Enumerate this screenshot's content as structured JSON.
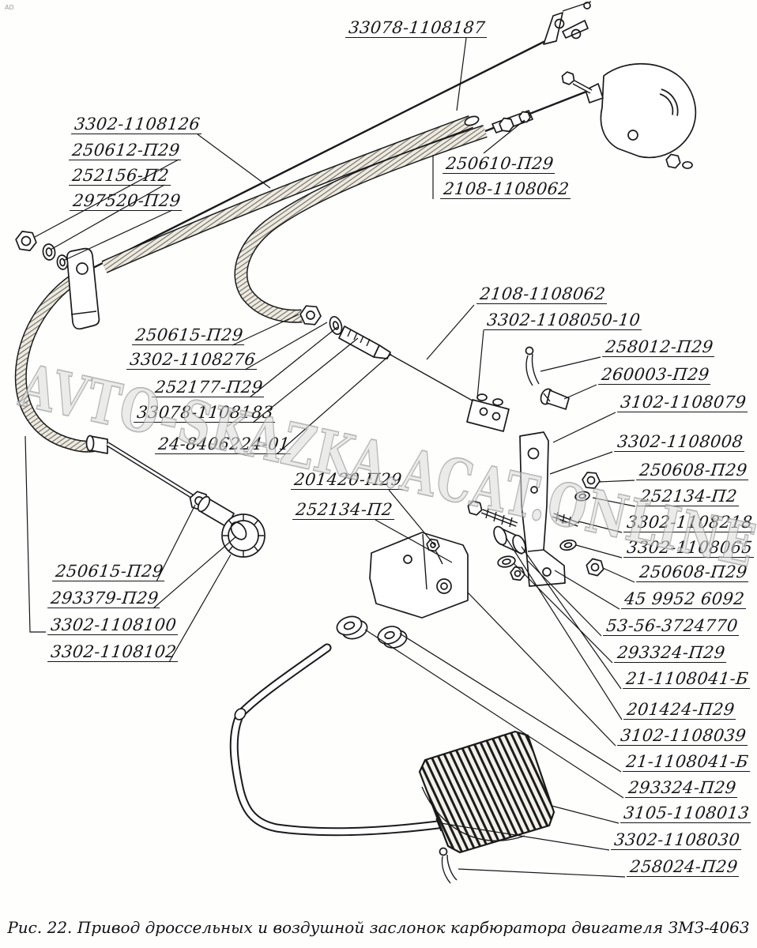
{
  "page": {
    "corner_mark": "AD",
    "watermark": "AVTO-SKAZKA.ACAT.ONLINE",
    "caption": "Рис. 22. Привод дроссельных и воздушной заслонок карбюратора двигателя ЗМЗ-4063"
  },
  "labels": [
    {
      "text": "33078-1108187"
    },
    {
      "text": "3302-1108126"
    },
    {
      "text": "250612-П29"
    },
    {
      "text": "252156-П2"
    },
    {
      "text": "297520-П29"
    },
    {
      "text": "250610-П29"
    },
    {
      "text": "2108-1108062"
    },
    {
      "text": "2108-1108062"
    },
    {
      "text": "3302-1108050-10"
    },
    {
      "text": "258012-П29"
    },
    {
      "text": "260003-П29"
    },
    {
      "text": "3102-1108079"
    },
    {
      "text": "3302-1108008"
    },
    {
      "text": "250608-П29"
    },
    {
      "text": "252134-П2"
    },
    {
      "text": "3302-1108218"
    },
    {
      "text": "3302-1108065"
    },
    {
      "text": "250608-П29"
    },
    {
      "text": "45 9952 6092"
    },
    {
      "text": "53-56-3724770"
    },
    {
      "text": "293324-П29"
    },
    {
      "text": "21-1108041-Б"
    },
    {
      "text": "201424-П29"
    },
    {
      "text": "3102-1108039"
    },
    {
      "text": "21-1108041-Б"
    },
    {
      "text": "293324-П29"
    },
    {
      "text": "3105-1108013"
    },
    {
      "text": "3302-1108030"
    },
    {
      "text": "258024-П29"
    },
    {
      "text": "250615-П29"
    },
    {
      "text": "3302-1108276"
    },
    {
      "text": "252177-П29"
    },
    {
      "text": "33078-1108183"
    },
    {
      "text": "24-8406224-01"
    },
    {
      "text": "201420-П29"
    },
    {
      "text": "252134-П2"
    },
    {
      "text": "250615-П29"
    },
    {
      "text": "293379-П29"
    },
    {
      "text": "3302-1108100"
    },
    {
      "text": "3302-1108102"
    }
  ]
}
